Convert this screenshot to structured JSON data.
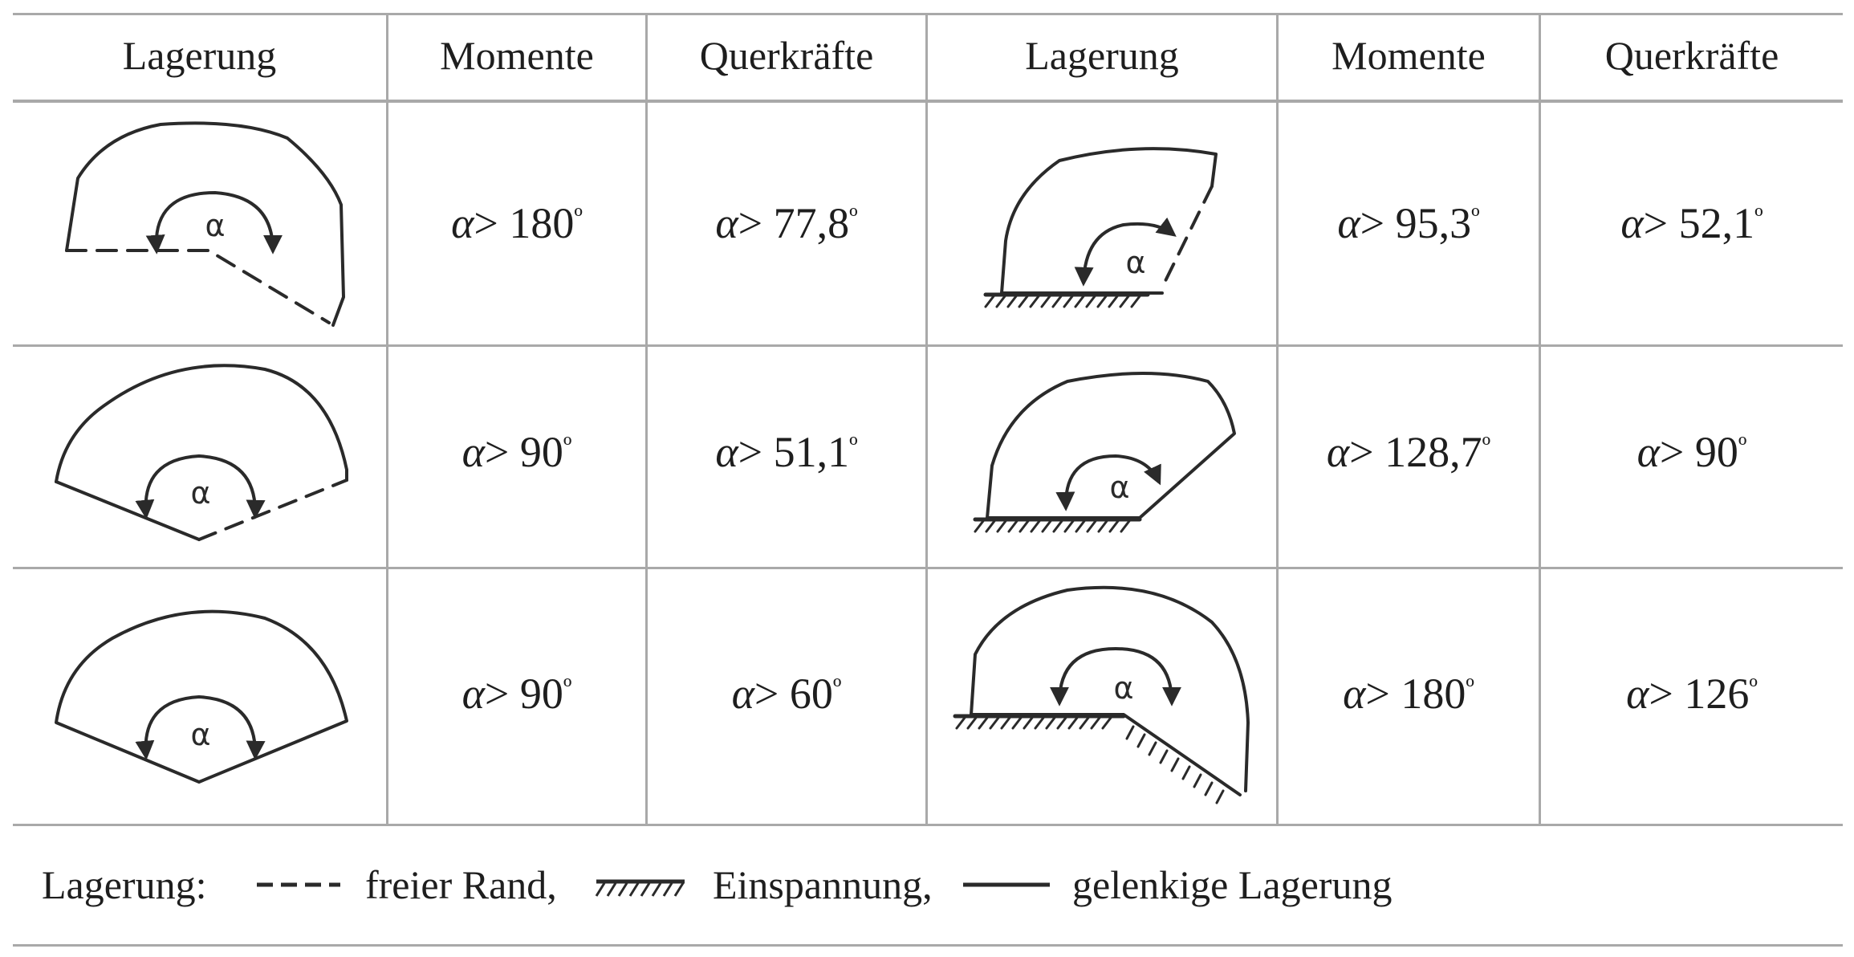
{
  "headers": [
    "Lagerung",
    "Momente",
    "Querkräfte",
    "Lagerung",
    "Momente",
    "Querkräfte"
  ],
  "alpha_symbol": "α",
  "rows": [
    {
      "left": {
        "momente": "α > 180º",
        "querkraefte": "α > 77,8º",
        "figure_label": "α"
      },
      "right": {
        "momente": "α > 95,3º",
        "querkraefte": "α > 52,1º",
        "figure_label": "α"
      }
    },
    {
      "left": {
        "momente": "α > 90º",
        "querkraefte": "α > 51,1º",
        "figure_label": "α"
      },
      "right": {
        "momente": "α > 128,7º",
        "querkraefte": "α > 90º",
        "figure_label": "α"
      }
    },
    {
      "left": {
        "momente": "α > 90º",
        "querkraefte": "α > 60º",
        "figure_label": "α"
      },
      "right": {
        "momente": "α > 180º",
        "querkraefte": "α > 126º",
        "figure_label": "α"
      }
    }
  ],
  "legend": {
    "label": "Lagerung:",
    "free_edge": "freier Rand,",
    "clamped": "Einspannung,",
    "hinged": "gelenkige Lagerung"
  }
}
